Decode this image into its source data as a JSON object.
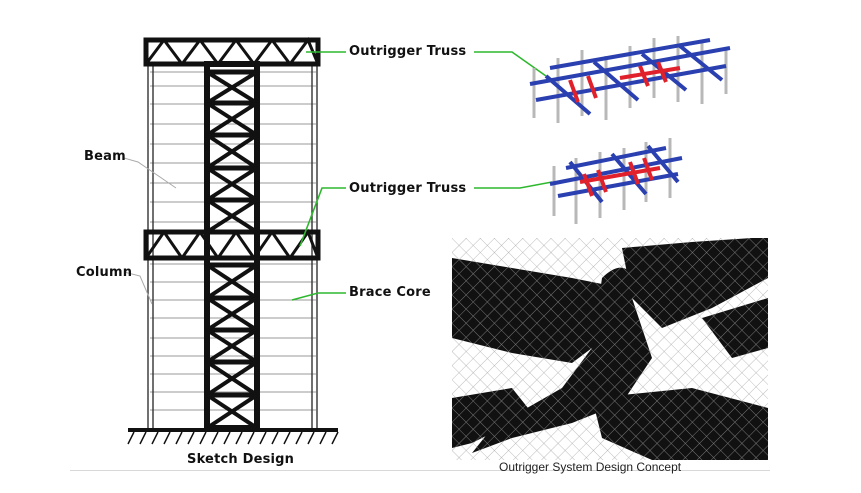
{
  "labels": {
    "outrigger_top": "Outrigger Truss",
    "outrigger_mid": "Outrigger Truss",
    "beam": "Beam",
    "column": "Column",
    "brace_core": "Brace Core",
    "sketch": "Sketch Design",
    "caption": "Outrigger System Design Concept"
  },
  "colors": {
    "leader": "#2eb82e",
    "model_blue": "#2a3fb0",
    "model_red": "#e0202a",
    "model_gray": "#b8b8b8",
    "ink": "#111111"
  }
}
